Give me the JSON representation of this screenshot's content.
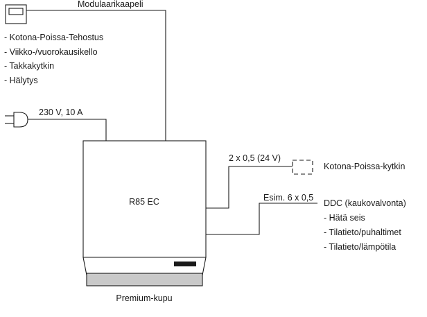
{
  "cable_label": "Modulaarikaapeli",
  "panel_functions": [
    "- Kotona-Poissa-Tehostus",
    "- Viikko-/vuorokausikello",
    "- Takkakytkin",
    "- Hälytys"
  ],
  "power_label": "230 V, 10 A",
  "unit_label": "R85 EC",
  "hood_label": "Premium-kupu",
  "switch_cable_label": "2 x 0,5 (24 V)",
  "switch_label": "Kotona-Poissa-kytkin",
  "ddc_cable_label": "Esim. 6 x 0,5",
  "ddc_label": "DDC (kaukovalvonta)",
  "ddc_items": [
    "- Hätä seis",
    "- Tilatieto/puhaltimet",
    "- Tilatieto/lämpötila"
  ],
  "icons": [
    "control-panel-icon",
    "power-plug-icon"
  ]
}
